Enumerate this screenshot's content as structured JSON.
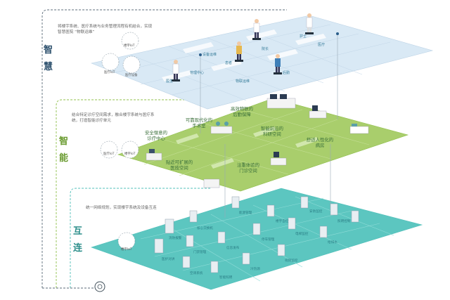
{
  "layers": {
    "smart": {
      "title_chars": [
        "智",
        "慧"
      ],
      "desc": [
        "将楼宇系统、医疗系统与业务管理流程有机结合，实现",
        "智慧医院 “物联运维”"
      ],
      "icon_labels": [
        "楼宇IoT",
        "医疗IoT",
        "医疗设备"
      ],
      "color": "#6bb3c9",
      "plane_labels": [
        "设备运维",
        "医生",
        "患者",
        "院长",
        "护士",
        "后勤",
        "管理中心",
        "医疗",
        "物联运维"
      ]
    },
    "intelligent": {
      "title_chars": [
        "智",
        "能"
      ],
      "desc": [
        "结合特定诊疗空间需求，融合楼宇系统与医疗系",
        "统，打造智能诊疗单元"
      ],
      "icon_labels": [
        "医疗IoT",
        "楼宇IoT"
      ],
      "color": "#8fbf4a",
      "zones": [
        "安全惬意的\n诊疗中心",
        "可靠现代化的\n手术室",
        "高效物联的\n后勤保障",
        "智能前沿的\n科研空间",
        "贴近可扩展的\n医技空间",
        "注重体验的\n门诊空间",
        "舒适人性化的\n病房"
      ]
    },
    "interconnect": {
      "title_chars": [
        "互",
        "连"
      ],
      "desc": [
        "统一网络规划，实现楼宇系统及设备互连"
      ],
      "icon_labels": [
        "楼宇IoT"
      ],
      "color": "#4fbfb9",
      "node_labels": [
        "核心交换机",
        "能源管理",
        "楼宇自控",
        "安防监控",
        "照明控制",
        "消防报警",
        "医护对讲",
        "门禁管理",
        "信息发布",
        "停车管理",
        "电梯监控",
        "给排水",
        "空调系统",
        "智能照明",
        "冷热源",
        "视频监控"
      ]
    }
  }
}
